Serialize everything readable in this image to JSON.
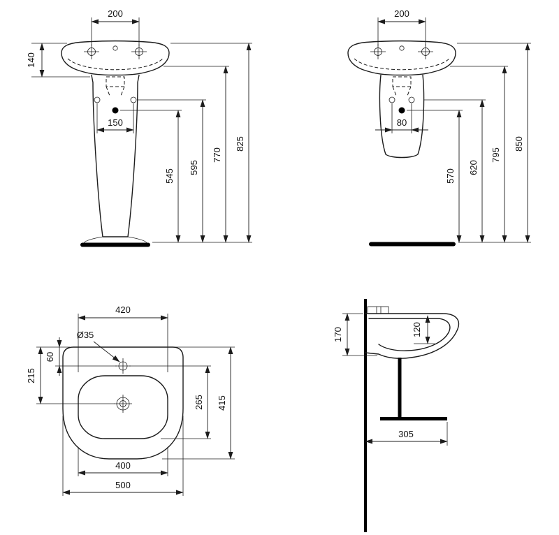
{
  "views": {
    "front_pedestal": {
      "d200": "200",
      "d140": "140",
      "d150": "150",
      "d545": "545",
      "d595": "595",
      "d770": "770",
      "d825": "825"
    },
    "front_semi": {
      "d200": "200",
      "d80": "80",
      "d570": "570",
      "d620": "620",
      "d795": "795",
      "d850": "850"
    },
    "plan": {
      "d420": "420",
      "d35": "Ø35",
      "d60": "60",
      "d215": "215",
      "d265": "265",
      "d415": "415",
      "d400": "400",
      "d500": "500"
    },
    "side": {
      "d170": "170",
      "d120": "120",
      "d305": "305"
    }
  }
}
